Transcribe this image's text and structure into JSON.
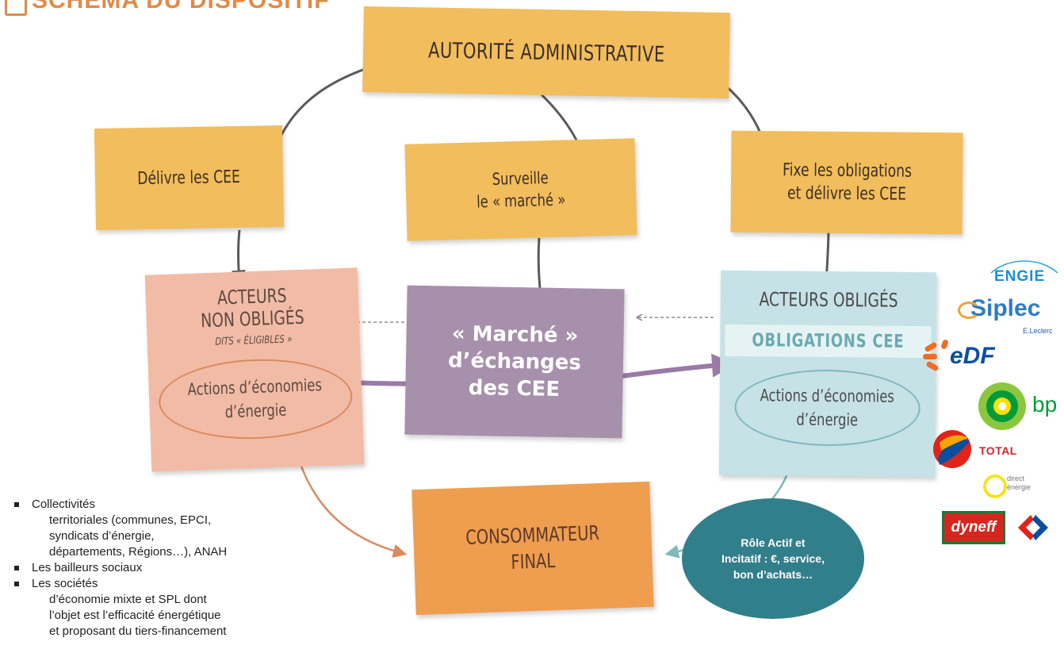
{
  "header_title": "SCHÉMA DU DISPOSITIF",
  "nodes": {
    "autorite": "AUTORITÉ ADMINISTRATIVE",
    "delivre": "Délivre les CEE",
    "surveille_l1": "Surveille",
    "surveille_l2": "le « marché »",
    "fixe_l1": "Fixe les obligations",
    "fixe_l2": "et délivre les CEE",
    "non_obliges_l1": "ACTEURS",
    "non_obliges_l2": "NON OBLIGÉS",
    "non_obliges_l3": "DITS « ÉLIGIBLES »",
    "actions_l1": "Actions d’économies",
    "actions_l2": "d’énergie",
    "marche_l1": "« Marché »",
    "marche_l2": "d’échanges",
    "marche_l3": "des CEE",
    "obliges_title": "ACTEURS OBLIGÉS",
    "obligations_cee": "OBLIGATIONS CEE",
    "consommateur_l1": "CONSOMMATEUR",
    "consommateur_l2": "FINAL",
    "role_l1": "Rôle Actif et",
    "role_l2": "Incitatif : €, service,",
    "role_l3": "bon d’achats…"
  },
  "bullets": [
    {
      "l1": "Collectivités",
      "rest": [
        "territoriales  (communes, EPCI,",
        "syndicats  d’énergie,",
        "départements,  Régions…),  ANAH"
      ]
    },
    {
      "l1": "Les bailleurs sociaux",
      "rest": []
    },
    {
      "l1": "Les sociétés",
      "rest": [
        "d’économie mixte  et SPL dont",
        "l’objet  est l’efficacité  énergétique",
        "et  proposant du  tiers-financement"
      ]
    }
  ],
  "logos": {
    "engie": "ENGIE",
    "siplec": "Siplec",
    "siplec_sub": "E.Leclerc",
    "edf": "eDF",
    "bp": "bp",
    "total": "TOTAL",
    "direct_l1": "direct",
    "direct_l2": "énergie",
    "dyneff": "dyneff"
  },
  "colors": {
    "orange_note": "#f2bd5c",
    "pink_note": "#f2bba6",
    "purple_note": "#a790ab",
    "teal_note": "#c6e2e6",
    "consumer_note": "#ef9d4e",
    "role_bubble": "#327f8c",
    "arrow": "#5a5a5a",
    "purple_arrow": "#9a7aa6"
  }
}
